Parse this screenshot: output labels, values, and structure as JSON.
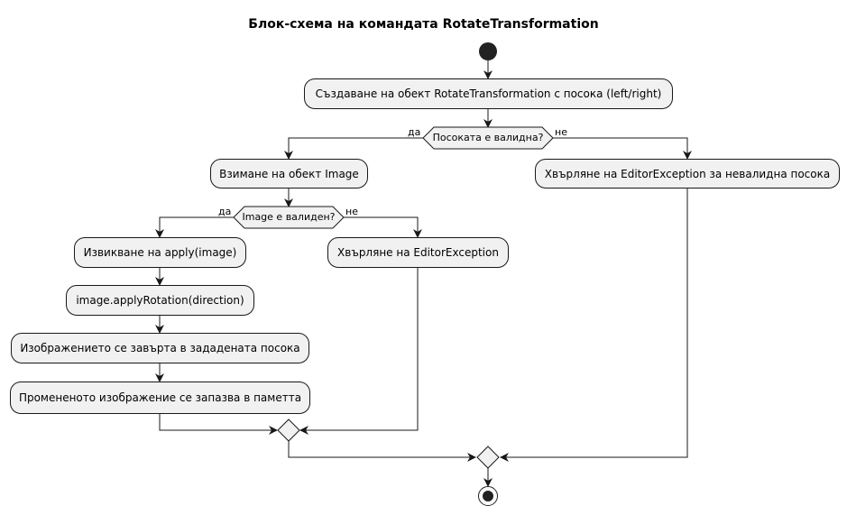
{
  "title": "Блок-схема на командата RotateTransformation",
  "actions": {
    "create": "Създаване на обект RotateTransformation с посока (left/right)",
    "get_image": "Взимане на обект Image",
    "throw_direction": "Хвърляне на EditorException за невалидна посока",
    "call_apply": "Извикване на apply(image)",
    "throw_editor": "Хвърляне на EditorException",
    "apply_rotation": "image.applyRotation(direction)",
    "rotated": "Изображението се завърта в зададената посока",
    "saved": "Промененото изображение се запазва в паметта"
  },
  "decisions": {
    "direction_valid": {
      "question": "Посоката е валидна?",
      "yes": "да",
      "no": "не"
    },
    "image_valid": {
      "question": "Image е валиден?",
      "yes": "да",
      "no": "не"
    }
  }
}
